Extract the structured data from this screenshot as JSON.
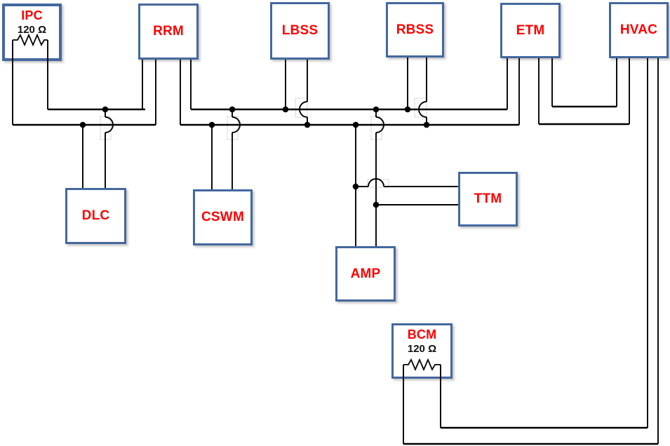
{
  "diagram": {
    "type": "wiring-bus-diagram",
    "bus_style": "two-wire twisted pair, junction dots at taps, semicircle hops at non-connecting crossings",
    "colors": {
      "box_border": "#44689e",
      "label": "#ff0000",
      "wire": "#000000",
      "hop_ghost": "#d9d9d9",
      "background": "#ffffff"
    },
    "nodes": [
      {
        "id": "IPC",
        "label": "IPC",
        "sublabel": "120 Ω",
        "has_resistor": true
      },
      {
        "id": "RRM",
        "label": "RRM"
      },
      {
        "id": "LBSS",
        "label": "LBSS"
      },
      {
        "id": "RBSS",
        "label": "RBSS"
      },
      {
        "id": "ETM",
        "label": "ETM"
      },
      {
        "id": "HVAC",
        "label": "HVAC"
      },
      {
        "id": "DLC",
        "label": "DLC"
      },
      {
        "id": "CSWM",
        "label": "CSWM"
      },
      {
        "id": "TTM",
        "label": "TTM"
      },
      {
        "id": "AMP",
        "label": "AMP"
      },
      {
        "id": "BCM",
        "label": "BCM",
        "sublabel": "120 Ω",
        "has_resistor": true
      }
    ],
    "terminators": [
      "IPC",
      "BCM"
    ],
    "segments": [
      {
        "between": [
          "IPC",
          "RRM"
        ],
        "wires": 2,
        "taps": [
          "DLC"
        ]
      },
      {
        "between": [
          "RRM",
          "ETM"
        ],
        "wires": 2,
        "taps": [
          "CSWM",
          "LBSS",
          "AMP",
          "RBSS"
        ]
      },
      {
        "between": [
          "ETM",
          "HVAC"
        ],
        "wires": 2,
        "taps": []
      },
      {
        "between": [
          "HVAC",
          "BCM"
        ],
        "wires": 2,
        "taps": []
      }
    ],
    "sub_taps": [
      {
        "from": "AMP drop wires",
        "to": "TTM",
        "wires": 2
      }
    ]
  }
}
